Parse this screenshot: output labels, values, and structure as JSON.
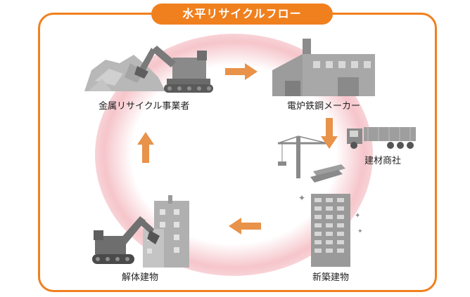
{
  "title": "水平リサイクルフロー",
  "nodes": {
    "metal_recycler": "金属リサイクル事業者",
    "steel_maker": "電炉鉄鋼メーカー",
    "materials_trader": "建材商社",
    "new_building": "新築建物",
    "demolition": "解体建物"
  },
  "colors": {
    "accent": "#f0801e",
    "arrow": "#e8924a",
    "illustration": "#9a9a9a",
    "glow": "#ee96a0"
  },
  "icons": [
    "scrap-excavator-icon",
    "factory-icon",
    "truck-icon",
    "crane-icon",
    "building-icon",
    "demolition-icon"
  ]
}
